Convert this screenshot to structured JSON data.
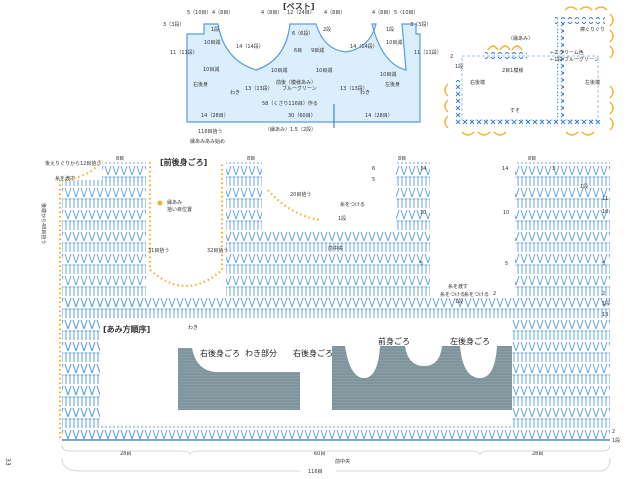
{
  "colors": {
    "stitch": "#5b9be0",
    "accent": "#f2b230",
    "vest_fill": "#dbeefb",
    "photo": "#8a9ea6"
  },
  "vest": {
    "title": "[ベスト]",
    "top_dims": [
      "5（10目）",
      "4（8目）",
      "4（8目）",
      "12（24目）",
      "4（8目）",
      "4（8目）",
      "5（10目）"
    ],
    "side_left": [
      "3（3段）",
      "11（11段）"
    ],
    "side_right": [
      "3（3段）",
      "11（11段）"
    ],
    "labels": [
      "1段",
      "10目減",
      "6（6段）",
      "6目",
      "2段",
      "9目減",
      "14（14段）",
      "10目減",
      "10目減",
      "右後身",
      "前後（模様あみ）",
      "ブルーグリーン",
      "左後身",
      "わき",
      "13（13段）",
      "わき",
      "13（13段）",
      "10目減",
      "10目減",
      "14（14段）",
      "1段",
      "10目減"
    ],
    "width_total": "58（くさり116目）作る",
    "bottom": [
      "14（28目）",
      "30（60目）",
      "14（28目）"
    ],
    "edge": "（縁あみ）1.5（2段）",
    "pick": "116目拾う",
    "start": "縁あみあみ始め"
  },
  "edging": {
    "title": "（縁あみ）",
    "labels": [
      "←2 クリーム色",
      "←1段 ブルーグリーン",
      "2目1模様",
      "襟ぐりぐり",
      "右後端",
      "左後端",
      "すそ",
      "2",
      "1段"
    ]
  },
  "main": {
    "title": "[前後身ごろ]",
    "legend": [
      "縁あみ",
      "拾い目位置"
    ],
    "notes": [
      "後えりぐりから12目拾う",
      "糸を渡す",
      "後端から48目拾う",
      "31目拾う",
      "32目拾う",
      "20目拾う",
      "糸をつける",
      "前中央",
      "糸をつける",
      "糸を渡す",
      "糸をつける",
      "わき"
    ],
    "top_counts": [
      "8目",
      "8目",
      "8目",
      "8目"
    ],
    "row_marks_mid": [
      "6",
      "5",
      "14",
      "10",
      "5",
      "1段",
      "2",
      "1段"
    ],
    "row_marks_right": [
      "14",
      "10",
      "5",
      "3",
      "1段",
      "11",
      "10",
      "5",
      "2",
      "1段",
      "13"
    ],
    "bottom_rows": [
      "2",
      "1段"
    ],
    "bottom_counts": [
      "28目",
      "60目",
      "28目"
    ],
    "bottom_center": "前中央",
    "bottom_total": "116目"
  },
  "order": {
    "title": "[あみ方順序]",
    "labels": [
      "右後身ごろ",
      "わき部分",
      "右後身ごろ",
      "前身ごろ",
      "左後身ごろ"
    ]
  },
  "page_number": "33"
}
